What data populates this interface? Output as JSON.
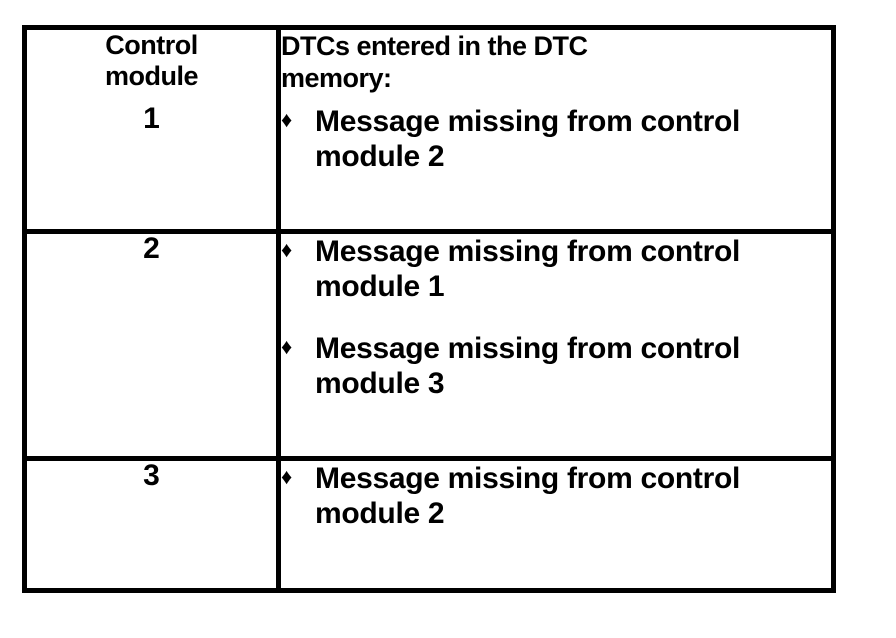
{
  "table": {
    "headers": {
      "module_line1": "Control",
      "module_line2": "module",
      "dtcs_line1": "DTCs entered in the DTC",
      "dtcs_line2": "memory:"
    },
    "bullet_glyph": "♦",
    "rows": [
      {
        "module": "1",
        "dtcs": [
          "Message missing from control module 2"
        ]
      },
      {
        "module": "2",
        "dtcs": [
          "Message missing from control module 1",
          "Message missing from control module 3"
        ]
      },
      {
        "module": "3",
        "dtcs": [
          "Message missing from control module 2"
        ]
      }
    ]
  },
  "colors": {
    "border": "#000000",
    "text": "#000000",
    "background": "#ffffff"
  }
}
